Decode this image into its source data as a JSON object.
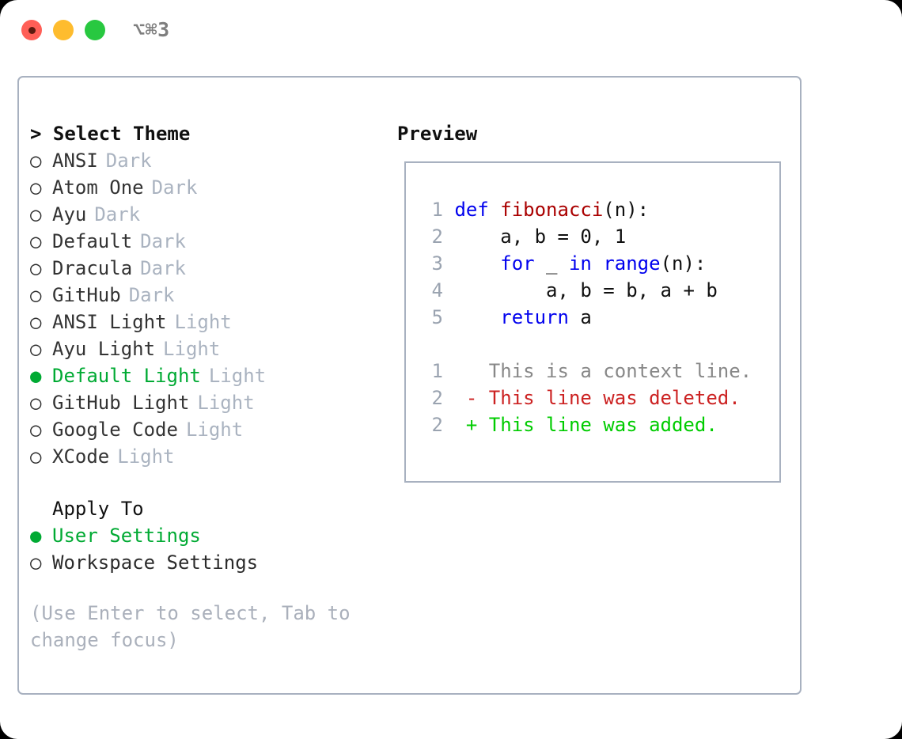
{
  "window": {
    "shortcut": "⌥⌘3",
    "traffic_lights": [
      {
        "name": "close",
        "color": "#ff5f57"
      },
      {
        "name": "minimize",
        "color": "#febc2e"
      },
      {
        "name": "maximize",
        "color": "#28c840"
      }
    ]
  },
  "theme_panel": {
    "header": "> Select Theme",
    "marker_unselected": "○",
    "marker_selected": "●",
    "accent_color": "#00aa33",
    "items": [
      {
        "name": "ANSI",
        "kind": "Dark",
        "selected": false
      },
      {
        "name": "Atom One",
        "kind": "Dark",
        "selected": false
      },
      {
        "name": "Ayu",
        "kind": "Dark",
        "selected": false
      },
      {
        "name": "Default",
        "kind": "Dark",
        "selected": false
      },
      {
        "name": "Dracula",
        "kind": "Dark",
        "selected": false
      },
      {
        "name": "GitHub",
        "kind": "Dark",
        "selected": false
      },
      {
        "name": "ANSI Light",
        "kind": "Light",
        "selected": false
      },
      {
        "name": "Ayu Light",
        "kind": "Light",
        "selected": false
      },
      {
        "name": "Default Light",
        "kind": "Light",
        "selected": true
      },
      {
        "name": "GitHub Light",
        "kind": "Light",
        "selected": false
      },
      {
        "name": "Google Code",
        "kind": "Light",
        "selected": false
      },
      {
        "name": "XCode",
        "kind": "Light",
        "selected": false
      }
    ]
  },
  "apply_to": {
    "header": "Apply To",
    "options": [
      {
        "label": "User Settings",
        "selected": true
      },
      {
        "label": "Workspace Settings",
        "selected": false
      }
    ]
  },
  "hint": "(Use Enter to select, Tab to change focus)",
  "preview": {
    "title": "Preview",
    "code_lines": [
      {
        "num": "1",
        "tokens": [
          {
            "t": "def ",
            "c": "kw"
          },
          {
            "t": "fibonacci",
            "c": "fn"
          },
          {
            "t": "(n):",
            "c": "pl"
          }
        ]
      },
      {
        "num": "2",
        "tokens": [
          {
            "t": "    a, b = 0, 1",
            "c": "pl"
          }
        ]
      },
      {
        "num": "3",
        "tokens": [
          {
            "t": "    ",
            "c": "pl"
          },
          {
            "t": "for",
            "c": "kw"
          },
          {
            "t": " _ ",
            "c": "pl"
          },
          {
            "t": "in",
            "c": "kw"
          },
          {
            "t": " ",
            "c": "pl"
          },
          {
            "t": "range",
            "c": "kw"
          },
          {
            "t": "(n):",
            "c": "pl"
          }
        ]
      },
      {
        "num": "4",
        "tokens": [
          {
            "t": "        a, b = b, a + b",
            "c": "pl"
          }
        ]
      },
      {
        "num": "5",
        "tokens": [
          {
            "t": "    ",
            "c": "pl"
          },
          {
            "t": "return",
            "c": "kw"
          },
          {
            "t": " a",
            "c": "pl"
          }
        ]
      }
    ],
    "diff_lines": [
      {
        "num": "1",
        "marker": " ",
        "text": "This is a context line.",
        "kind": "ctx"
      },
      {
        "num": "2",
        "marker": "-",
        "text": "This line was deleted.",
        "kind": "del"
      },
      {
        "num": "2",
        "marker": "+",
        "text": "This line was added.",
        "kind": "add"
      }
    ]
  }
}
